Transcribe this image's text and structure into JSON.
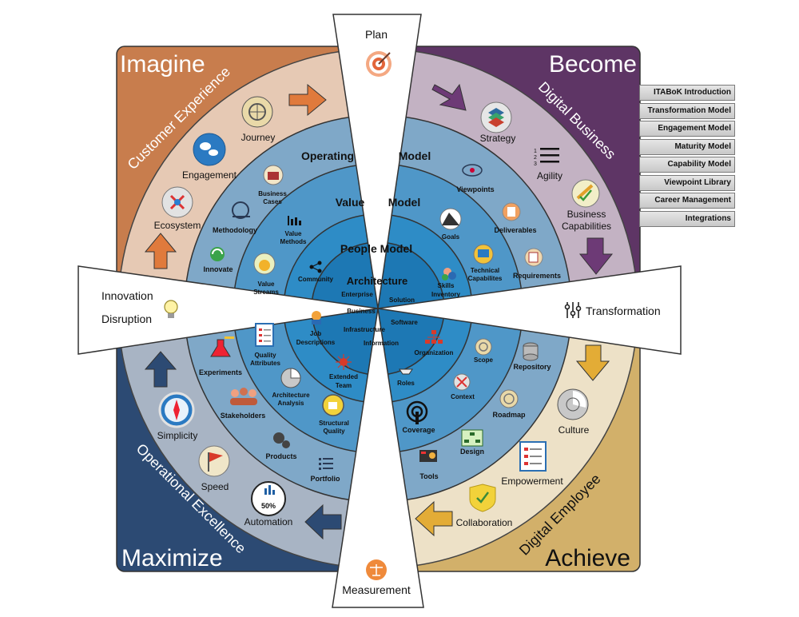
{
  "quadrants": {
    "imagine": "Imagine",
    "become": "Become",
    "maximize": "Maximize",
    "achieve": "Achieve"
  },
  "arcs": {
    "customer_experience": "Customer Experience",
    "digital_business": "Digital Business",
    "operational_excellence": "Operational Excellence",
    "digital_employee": "Digital Employee"
  },
  "wedges": {
    "plan": "Plan",
    "measurement": "Measurement",
    "transformation": "Transformation",
    "innovation": "Innovation",
    "disruption": "Disruption"
  },
  "rings": {
    "operating_model_left": "Operating",
    "operating_model_right": "Model",
    "value_model_left": "Value",
    "value_model_right": "Model",
    "people_model": "People Model",
    "architecture": "Architecture"
  },
  "core_items": {
    "enterprise": "Enterprise",
    "solution": "Solution",
    "business": "Business",
    "software": "Software",
    "infrastructure": "Infrastructure",
    "information": "Information"
  },
  "outer_items": {
    "journey": "Journey",
    "engagement": "Engagement",
    "ecosystem": "Ecosystem",
    "strategy": "Strategy",
    "agility": "Agility",
    "business_capabilities_1": "Business",
    "business_capabilities_2": "Capabilities",
    "simplicity": "Simplicity",
    "speed": "Speed",
    "automation": "Automation",
    "automation_badge": "50%",
    "culture": "Culture",
    "empowerment": "Empowerment",
    "collaboration": "Collaboration"
  },
  "operating_items": {
    "methodology": "Methodology",
    "innovate": "Innovate",
    "viewpoints": "Viewpoints",
    "deliverables": "Deliverables",
    "requirements": "Requirements",
    "experiments": "Experiments",
    "stakeholders": "Stakeholders",
    "products": "Products",
    "portfolio": "Portfolio",
    "coverage": "Coverage",
    "tools": "Tools",
    "design": "Design",
    "roadmap": "Roadmap",
    "repository": "Repository"
  },
  "value_items": {
    "business_cases_1": "Business",
    "business_cases_2": "Cases",
    "value_methods_1": "Value",
    "value_methods_2": "Methods",
    "value_streams_1": "Value",
    "value_streams_2": "Streams",
    "goals": "Goals",
    "technical_capabilities_1": "Technical",
    "technical_capabilities_2": "Capabilites",
    "quality_attributes_1": "Quality",
    "quality_attributes_2": "Attributes",
    "architecture_analysis_1": "Architecture",
    "architecture_analysis_2": "Analysis",
    "structural_quality_1": "Structural",
    "structural_quality_2": "Quality",
    "scope": "Scope",
    "context": "Context"
  },
  "people_items": {
    "community": "Community",
    "skills_inventory_1": "Skills",
    "skills_inventory_2": "Inventory",
    "job_descriptions_1": "Job",
    "job_descriptions_2": "Descriptions",
    "extended_team_1": "Extended",
    "extended_team_2": "Team",
    "roles": "Roles",
    "organization": "Organization"
  },
  "sidenav": [
    "ITABoK Introduction",
    "Transformation Model",
    "Engagement Model",
    "Maturity Model",
    "Capability Model",
    "Viewpoint Library",
    "Career Management",
    "Integrations"
  ],
  "colors": {
    "imagine": "#c87d4d",
    "become": "#5e3565",
    "maximize": "#2c4a73",
    "achieve": "#d2b06a",
    "outer_ring": "#b8c4d0",
    "operating_ring": "#7fa8c8",
    "value_ring": "#4f97c8",
    "people_ring": "#2e8cc6",
    "core": "#1c77b3"
  }
}
